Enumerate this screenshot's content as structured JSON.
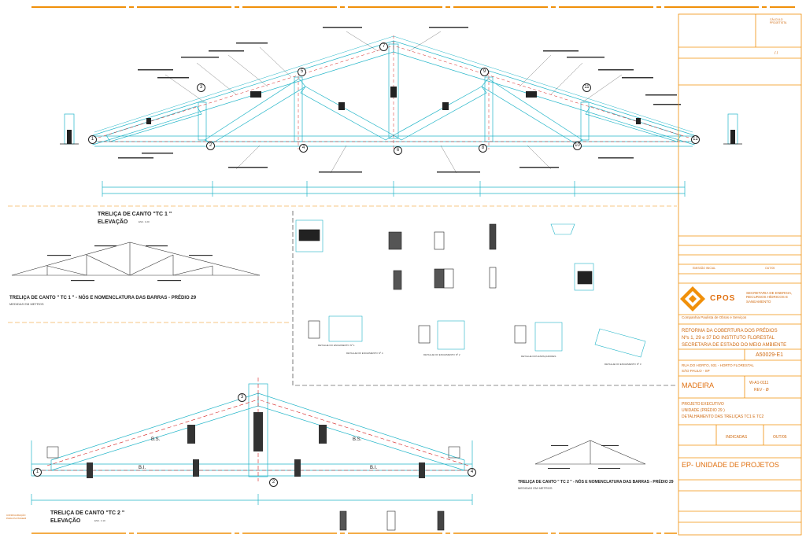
{
  "drawing_titles": {
    "tc1_title": "TRELIÇA DE CANTO \"TC 1 \"",
    "tc1_sub": "ELEVAÇÃO",
    "tc1_scale": "ESC. 1:20",
    "tc1_nodes_title": "TRELIÇA DE CANTO \" TC 1 \" - NÓS E NOMENCLATURA DAS BARRAS - PRÉDIO 29",
    "tc1_nodes_note": "MEDIDAS EM METROS",
    "tc2_title": "TRELIÇA DE CANTO \"TC 2 \"",
    "tc2_sub": "ELEVAÇÃO",
    "tc2_scale": "ESC. 1:10",
    "tc2_nodes_title": "TRELIÇA DE CANTO \" TC 2 \" - NÓS E NOMENCLATURA DAS BARRAS - PRÉDIO 29",
    "tc2_nodes_note": "MEDIDAS EM METROS"
  },
  "details": {
    "enchimento1": "DETALHE DO ENCHIMENTO Nº 1",
    "enchimento2": "DETALHE DO ENCHIMENTO Nº 2",
    "enchimento3": "DETALHE DO ENCHIMENTO Nº 3",
    "enchimento4": "DETALHE DO ENCHIMENTO Nº 4",
    "espacadores": "DETALHE DOS ESPAÇADORES",
    "config_line1": "CONFIGURAÇÃO",
    "config_line2": "PARA PLOTAGEM"
  },
  "node_labels_tc1": [
    "1",
    "2",
    "3",
    "4",
    "5",
    "6",
    "7",
    "8",
    "9",
    "10",
    "11",
    "12"
  ],
  "node_labels_tc2": [
    "1",
    "2",
    "3",
    "4"
  ],
  "bar_labels_tc2": [
    "B.S.",
    "B.S.",
    "B.I.",
    "B.I."
  ],
  "title_block": {
    "logo_text": "CPOS",
    "org_right": "SECRETARIA DE ENERGIA, RECURSOS HÍDRICOS E SANEAMENTO",
    "company": "Companhia Paulista de Obras e Serviços",
    "project_line1": "REFORMA DA COBERTURA DOS PRÉDIOS",
    "project_line2": "Nºs 1, 29 e 37 DO INSTITUTO FLORESTAL",
    "project_line3": "SECRETARIA DE ESTADO DO MEIO AMBIENTE",
    "code": "A50029-E1",
    "address_line1": "RUA DO HORTO, 931 - HORTO FLORESTAL",
    "address_line2": "SÃO PAULO - SP",
    "discipline": "MADEIRA",
    "sheet_id": "W-A1-0111",
    "revision": "REV - Ø",
    "phase_line1": "PROJETO EXECUTIVO",
    "phase_line2": "UNIDADE (PRÉDIO 29 )",
    "phase_line3": "DETALHAMENTO DAS TRELIÇAS TC1 E TC2",
    "scale_value": "INDICADAS",
    "date_value": "OUT/05",
    "unit_name": "EP- UNIDADE DE PROJETOS",
    "calc_label": "CÁLCULO PROJETISTA",
    "date_slot": "/    /",
    "rev_row": "EMISSÃO INICIAL",
    "rev_date": "OUT/05"
  },
  "colors": {
    "orange": "#f0900a",
    "cyan": "#22b5c8",
    "red": "#d42020",
    "black": "#222222"
  }
}
